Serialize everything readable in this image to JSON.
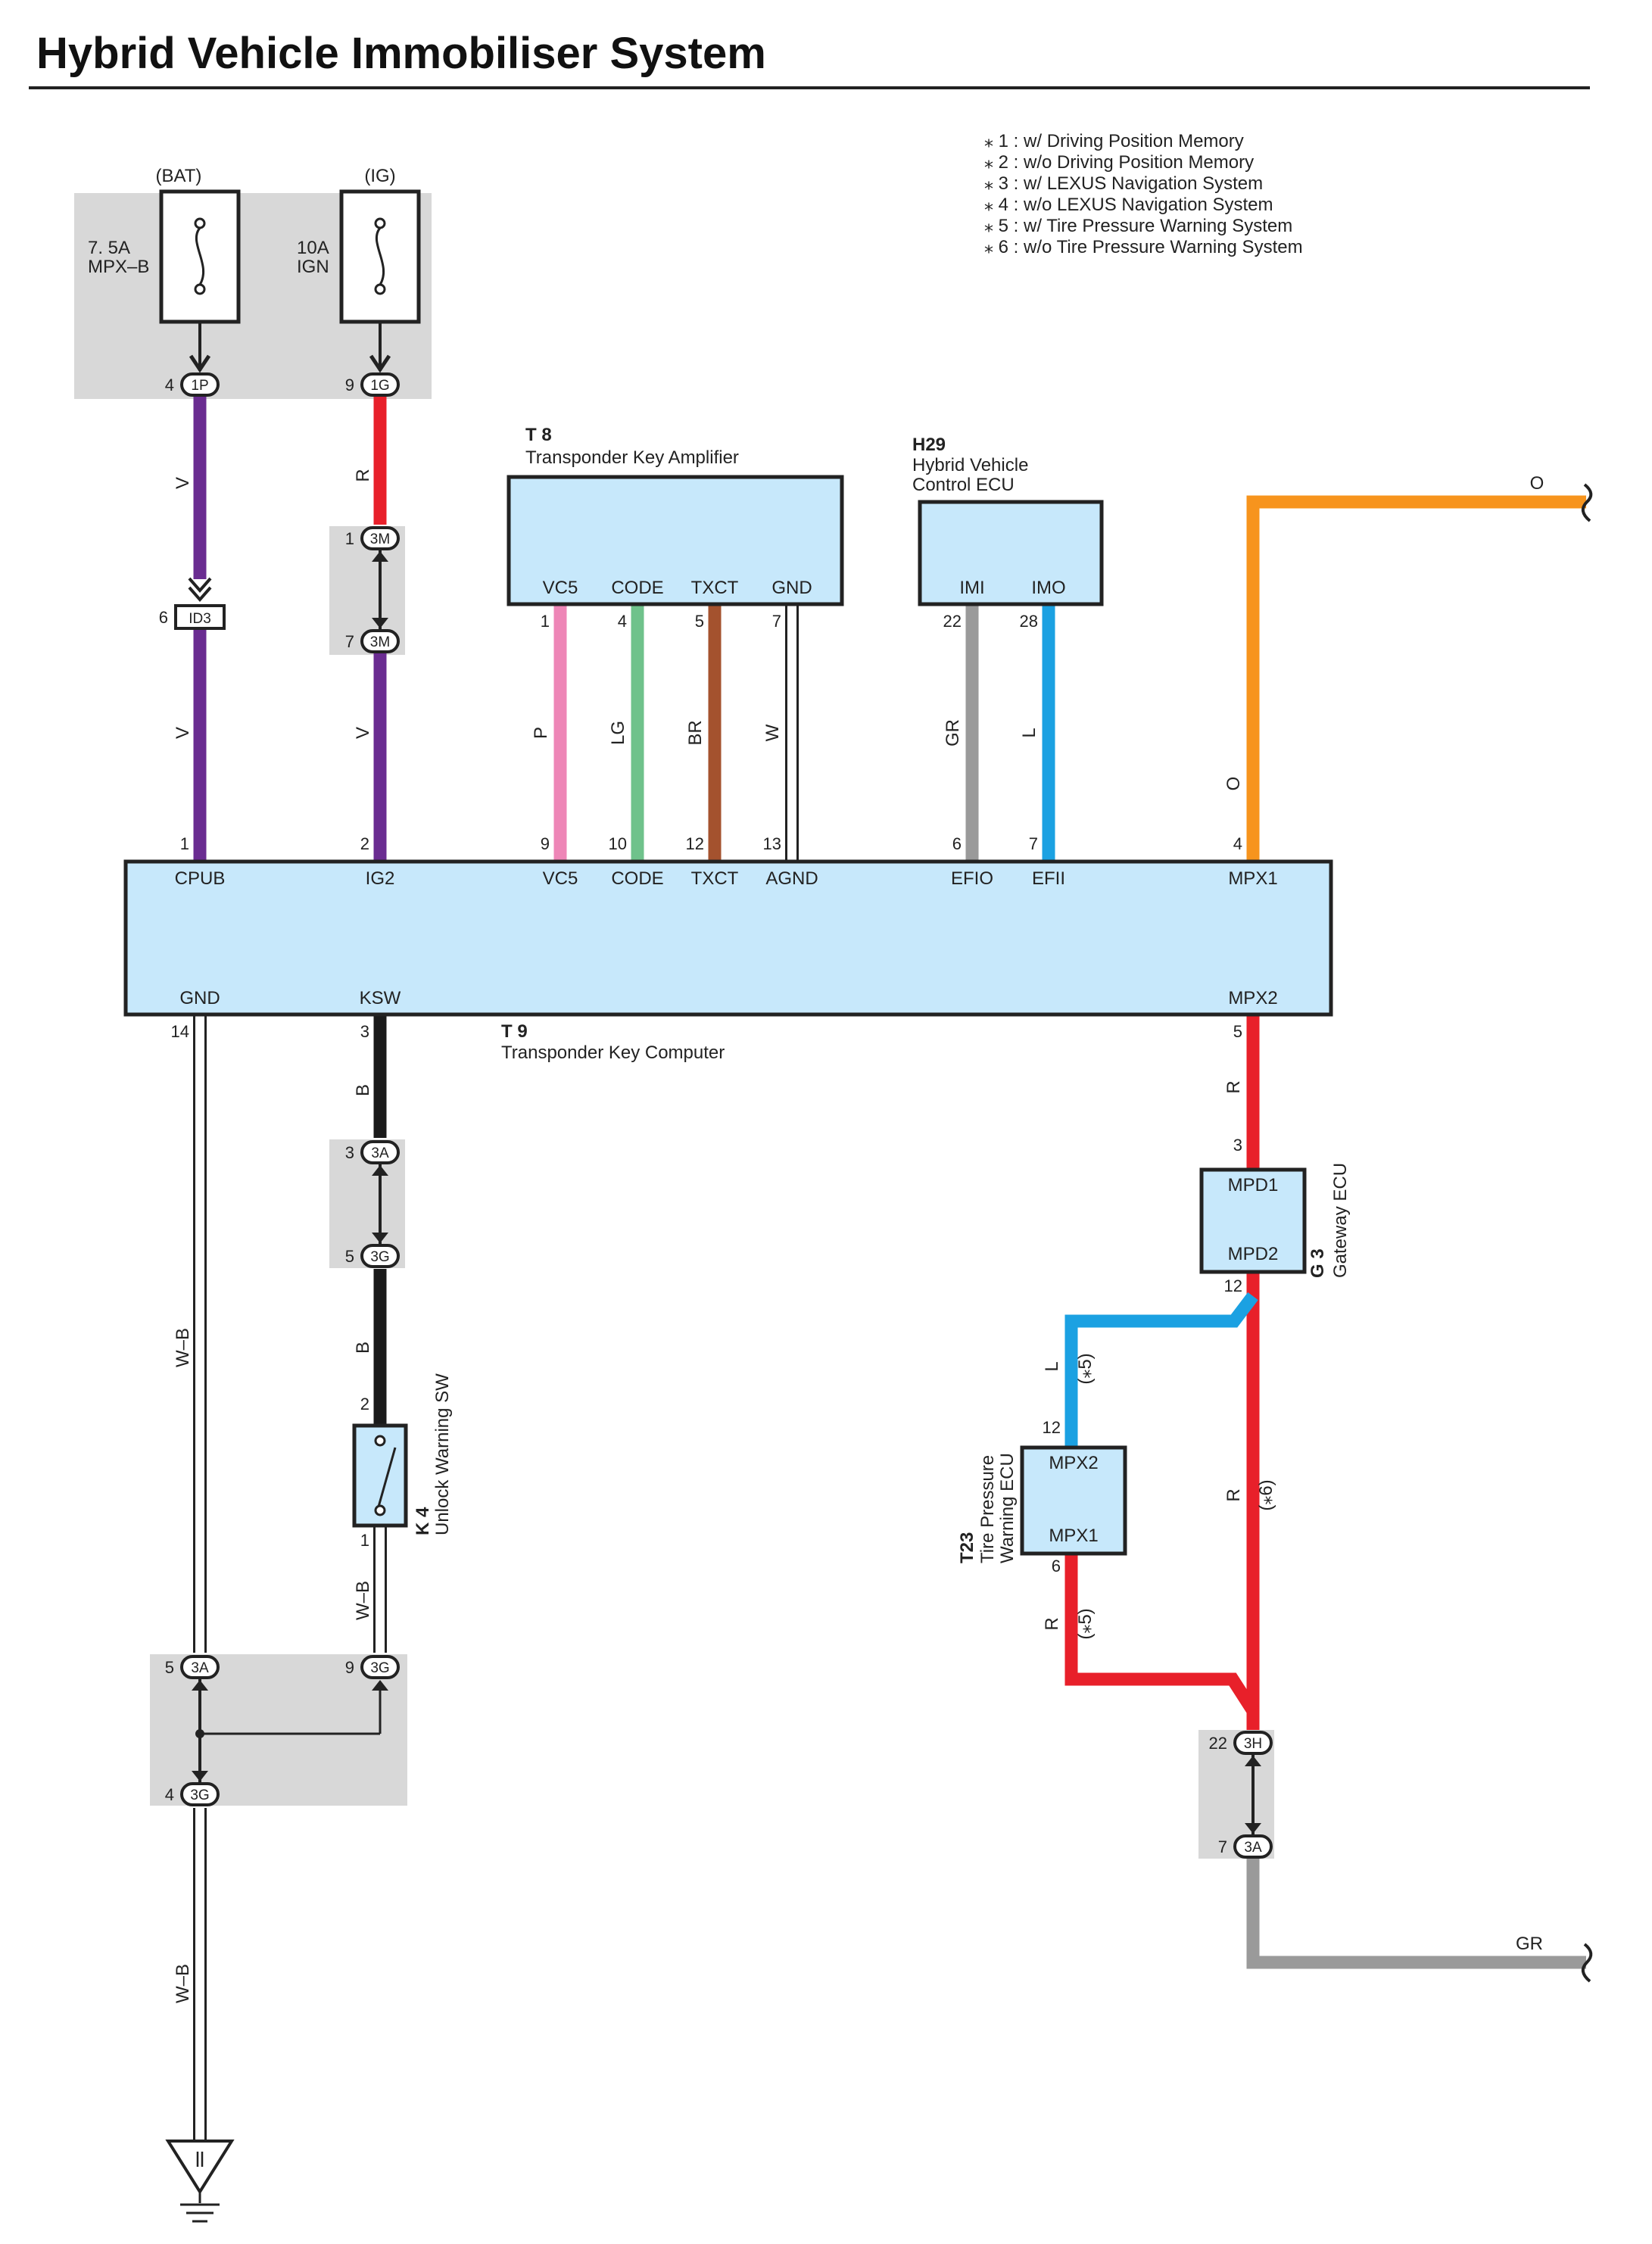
{
  "title": "Hybrid Vehicle Immobiliser System",
  "notes": [
    "⁎ 1 : w/ Driving Position Memory",
    "⁎ 2 : w/o Driving Position Memory",
    "⁎ 3 : w/ LEXUS Navigation System",
    "⁎ 4 : w/o LEXUS Navigation System",
    "⁎ 5 : w/ Tire Pressure Warning System",
    "⁎ 6 : w/o Tire Pressure Warning System"
  ],
  "power": {
    "bat_label": "(BAT)",
    "ig_label": "(IG)",
    "fuse1": [
      "7. 5A",
      "MPX–B"
    ],
    "fuse2": [
      "10A",
      "IGN"
    ]
  },
  "components": {
    "t8": {
      "code": "T 8",
      "name": "Transponder Key Amplifier",
      "pins": [
        "VC5",
        "CODE",
        "TXCT",
        "GND"
      ]
    },
    "h29": {
      "code": "H29",
      "name": [
        "Hybrid Vehicle",
        "Control ECU"
      ],
      "pins": [
        "IMI",
        "IMO"
      ]
    },
    "t9": {
      "code": "T 9",
      "name": "Transponder Key Computer",
      "top_pins": [
        "CPUB",
        "IG2",
        "VC5",
        "CODE",
        "TXCT",
        "AGND",
        "EFIO",
        "EFII",
        "MPX1"
      ],
      "bottom_pins": [
        "GND",
        "KSW",
        "MPX2"
      ]
    },
    "g3": {
      "code": "G 3",
      "name": "Gateway ECU",
      "pins": [
        "MPD1",
        "MPD2"
      ]
    },
    "t23": {
      "code": "T23",
      "name": [
        "Tire Pressure",
        "Warning ECU"
      ],
      "pins": [
        "MPX2",
        "MPX1"
      ]
    },
    "k4": {
      "code": "K 4",
      "name": "Unlock Warning SW"
    }
  },
  "connectors": {
    "c1P": "1P",
    "c1G": "1G",
    "c3M_top": "3M",
    "c3M_bot": "3M",
    "cID3": "ID3",
    "c3A_ksw": "3A",
    "c3G_ksw": "3G",
    "c3A_gnd": "3A",
    "c3G_gnd_r": "3G",
    "c3G_gnd_b": "3G",
    "c3H": "3H",
    "c3A_gr": "3A"
  },
  "pin_numbers": {
    "p1P": "4",
    "p1G": "9",
    "p3Mt": "1",
    "p3Mb": "7",
    "pID3": "6",
    "t8_1": "1",
    "t8_4": "4",
    "t8_5": "5",
    "t8_7": "7",
    "h29_22": "22",
    "h29_28": "28",
    "t9_1": "1",
    "t9_2": "2",
    "t9_9": "9",
    "t9_10": "10",
    "t9_12": "12",
    "t9_13": "13",
    "t9_6": "6",
    "t9_7": "7",
    "t9_4": "4",
    "t9_14": "14",
    "t9_3": "3",
    "t9_5": "5",
    "ka3": "3",
    "kg5": "5",
    "k4_2": "2",
    "k4_1": "1",
    "ga5": "5",
    "gg9": "9",
    "gg4": "4",
    "g3_3": "3",
    "g3_12": "12",
    "t23_12": "12",
    "t23_6": "6",
    "h22": "22",
    "a7": "7"
  },
  "wire_labels": {
    "v1": "V",
    "r1": "R",
    "v2": "V",
    "v3": "V",
    "p": "P",
    "lg": "LG",
    "br": "BR",
    "w": "W",
    "gr": "GR",
    "l": "L",
    "o": "O",
    "o_top": "O",
    "b1": "B",
    "b2": "B",
    "wb1": "W–B",
    "wb2": "W–B",
    "wb3": "W–B",
    "r_mpx2": "R",
    "l_t23": "L",
    "r_t23": "R",
    "r_main": "R",
    "gr_out": "GR"
  },
  "variant_marks": {
    "l5": "(⁎5)",
    "r5": "(⁎5)",
    "r6": "(⁎6)"
  },
  "wire_colors": {
    "V": "#6a2c91",
    "R": "#e8202a",
    "P": "#ee86b7",
    "LG": "#6fc28b",
    "BR": "#a4522e",
    "W": "#ffffff",
    "GR": "#9a9a9a",
    "L": "#1ba1e2",
    "O": "#f7941d",
    "B": "#1a1a1a"
  },
  "fill_colors": {
    "component": "#c7e8fb",
    "junction": "#d8d8d8"
  }
}
